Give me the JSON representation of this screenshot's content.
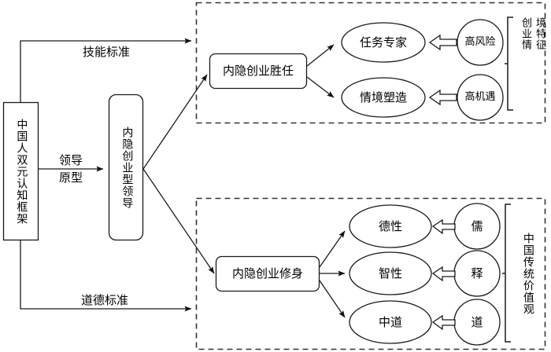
{
  "diagram": {
    "title_nodes": {
      "root": "中国人双元认知框架",
      "leader": "内隐创业型领导"
    },
    "edge_labels": {
      "top": "技能标准",
      "middle_line1": "领导",
      "middle_line2": "原型",
      "bottom": "道德标准"
    },
    "top_group": {
      "box": "内隐创业胜任",
      "ellipses": [
        "任务专家",
        "情境塑造"
      ],
      "circles": [
        "高风险",
        "高机遇"
      ],
      "bracket_label_col1": "创业情",
      "bracket_label_col2": "境特征",
      "bracket_label": "创业情境特征"
    },
    "bottom_group": {
      "box": "内隐创业修身",
      "ellipses": [
        "德性",
        "智性",
        "中道"
      ],
      "circles": [
        "儒",
        "释",
        "道"
      ],
      "bracket_label": "中国传统价值观"
    },
    "colors": {
      "stroke": "#1a1a1a",
      "dashed": "#333333",
      "background": "#ffffff",
      "text": "#000000"
    }
  }
}
